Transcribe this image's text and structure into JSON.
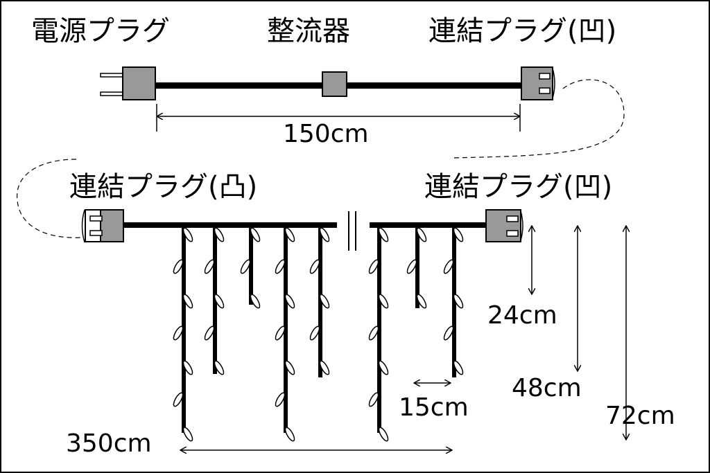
{
  "labels": {
    "power_plug": "電源プラグ",
    "rectifier": "整流器",
    "connector_female_top": "連結プラグ(凹)",
    "length_cable": "150cm",
    "connector_male": "連結プラグ(凸)",
    "connector_female_bottom": "連結プラグ(凹)",
    "drop_short": "24cm",
    "drop_mid": "48cm",
    "drop_long": "72cm",
    "spacing": "15cm",
    "total_length": "350cm"
  },
  "colors": {
    "plug_fill": "#999999",
    "line": "#000000",
    "background": "#ffffff"
  }
}
